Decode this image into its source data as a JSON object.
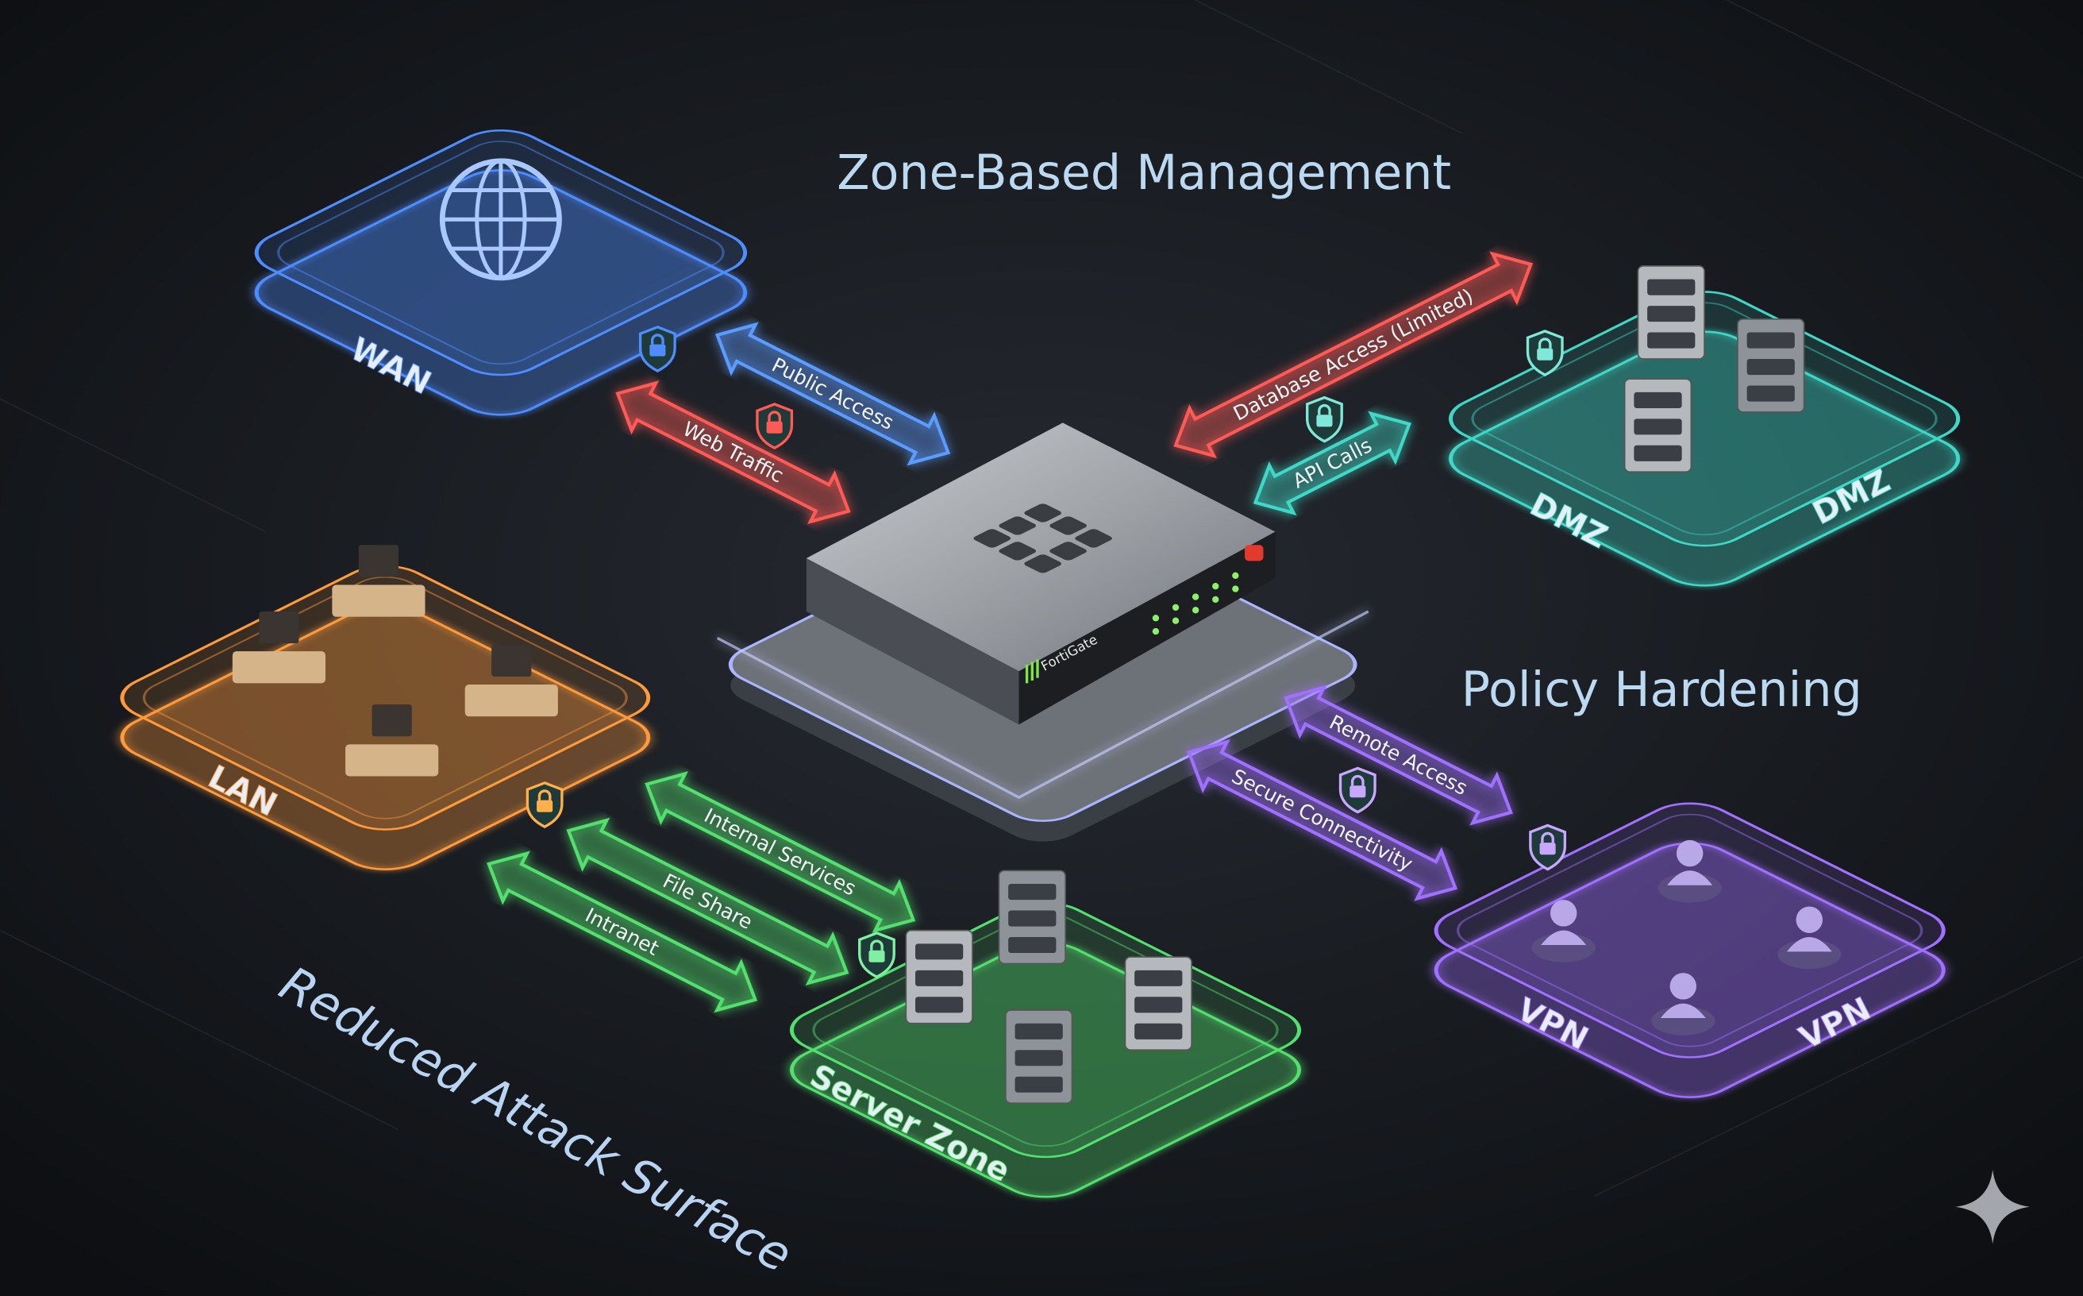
{
  "headings": {
    "zone_mgmt": "Zone-Based Management",
    "policy": "Policy Hardening",
    "attack": "Reduced Attack Surface"
  },
  "device": {
    "brand": "FortiGate"
  },
  "zones": {
    "wan": {
      "label": "WAN",
      "color": "#4f8dff"
    },
    "dmz": {
      "label": "DMZ",
      "label2": "DMZ",
      "color": "#3fd8c6"
    },
    "lan": {
      "label": "LAN",
      "color": "#ff9a3c"
    },
    "server": {
      "label": "Server Zone",
      "color": "#52e06e"
    },
    "vpn": {
      "label": "VPN",
      "label2": "VPN",
      "color": "#a070ff"
    }
  },
  "flows": {
    "public_access": "Public Access",
    "web_traffic": "Web Traffic",
    "database_access": "Database Access (Limited)",
    "api_calls": "API Calls",
    "remote_access": "Remote Access",
    "secure_connectivity": "Secure Connectivity",
    "internal_services": "Internal Services",
    "file_share": "File Share",
    "intranet": "Intranet"
  },
  "colors": {
    "background": "#121418",
    "heading": "#bcd9f2",
    "red": "#ff5a55"
  }
}
